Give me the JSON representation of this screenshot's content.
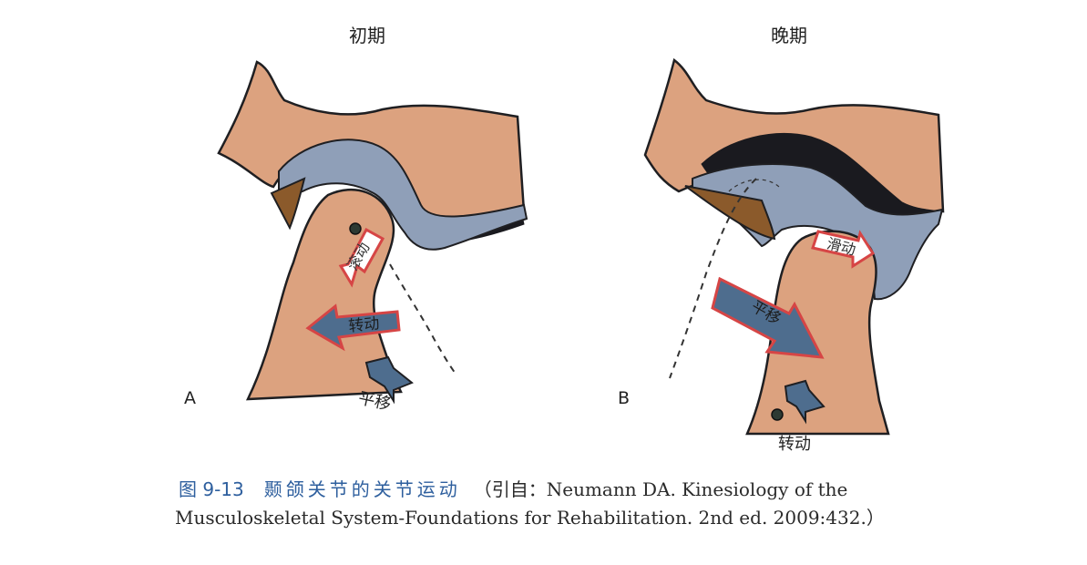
{
  "panels": {
    "a": {
      "title": "初期",
      "letter": "A",
      "arrow_rolling": "滚动",
      "arrow_rotation": "转动",
      "label_translation": "平移"
    },
    "b": {
      "title": "晚期",
      "letter": "B",
      "arrow_gliding": "滑动",
      "arrow_translation": "平移",
      "label_rotation": "转动"
    }
  },
  "caption": {
    "figure_number": "图 9-13",
    "figure_title": "颞颌关节的关节运动",
    "citation_line1": "（引自：Neumann DA. Kinesiology of the",
    "citation_line2": "Musculoskeletal System-Foundations for Rehabilitation. 2nd ed. 2009:432.）"
  },
  "colors": {
    "bone": "#dca27f",
    "disc": "#8f9fb8",
    "space": "#1a1a1f",
    "brown_tissue": "#8b5a2b",
    "arrow_fill": "#4e6d8e",
    "arrow_border": "#d64545",
    "caption_blue": "#2e5f9e"
  }
}
